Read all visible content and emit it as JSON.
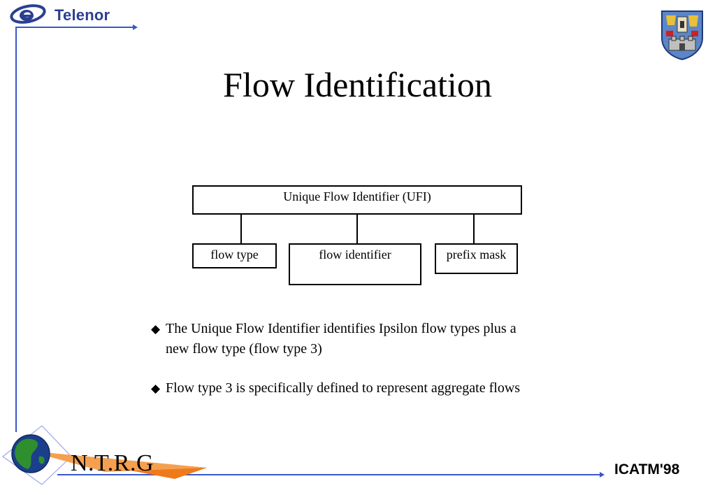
{
  "header": {
    "brand": "Telenor"
  },
  "slide": {
    "title": "Flow Identification"
  },
  "diagram": {
    "root_label": "Unique Flow Identifier (UFI)",
    "children": [
      {
        "label": "flow type"
      },
      {
        "label": "flow identifier"
      },
      {
        "label": "prefix mask"
      }
    ]
  },
  "bullets": [
    {
      "marker": "◆",
      "line1": "The Unique Flow Identifier identifies Ipsilon flow types plus a",
      "line2": "new flow type (flow type 3)"
    },
    {
      "marker": "◆",
      "line1": "Flow type 3 is specifically defined to represent aggregate flows"
    }
  ],
  "footer": {
    "group": "N.T.R.G",
    "conference": "ICATM'98"
  },
  "colors": {
    "frame_blue": "#3a56c8",
    "telenor_blue": "#2b3f92",
    "arrow_orange": "#f07a1a",
    "globe_green": "#2f8f2f",
    "crest_blue": "#5b86c8"
  },
  "icons": {
    "telenor_logo": "telenor-logo-icon",
    "crest": "university-crest-icon",
    "globe": "globe-icon"
  }
}
